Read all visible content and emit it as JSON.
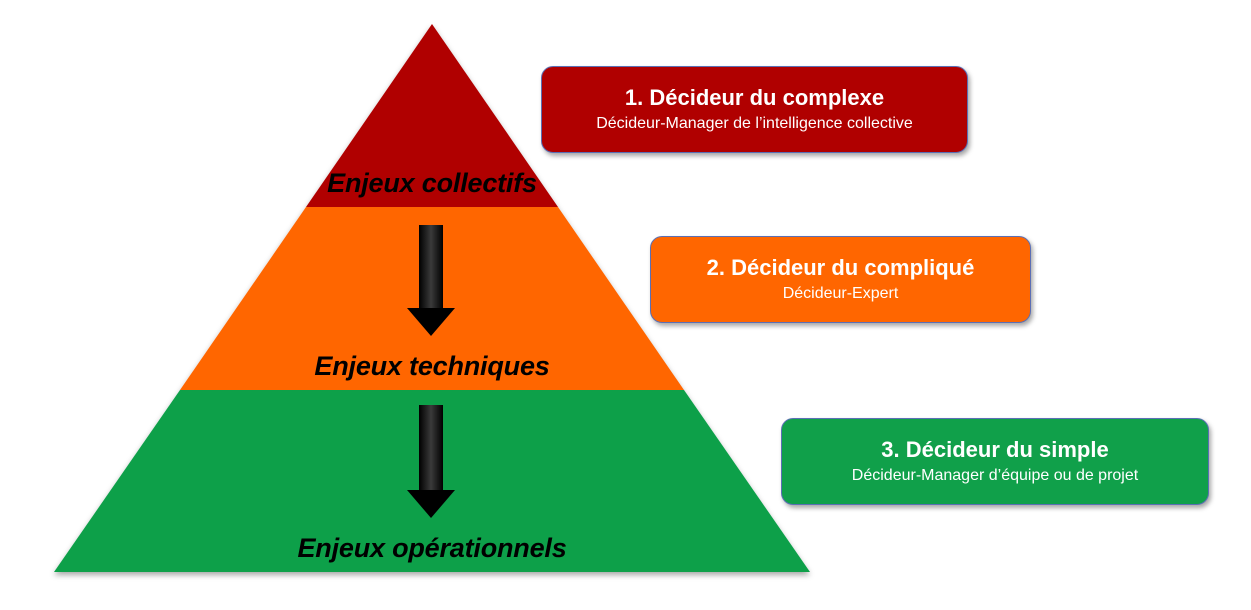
{
  "pyramid": {
    "tiers": [
      {
        "label": "Enjeux collectifs",
        "color": "#b00000"
      },
      {
        "label": "Enjeux techniques",
        "color": "#ff6600"
      },
      {
        "label": "Enjeux opérationnels",
        "color": "#10a04a"
      }
    ],
    "arrow_color": "#000000"
  },
  "boxes": [
    {
      "title": "1. Décideur du complexe",
      "subtitle": "Décideur-Manager de l’intelligence collective",
      "color": "#b00000"
    },
    {
      "title": "2. Décideur du compliqué",
      "subtitle": "Décideur-Expert",
      "color": "#ff6600"
    },
    {
      "title": "3. Décideur du simple",
      "subtitle": "Décideur-Manager d’équipe ou de projet",
      "color": "#10a04a"
    }
  ]
}
